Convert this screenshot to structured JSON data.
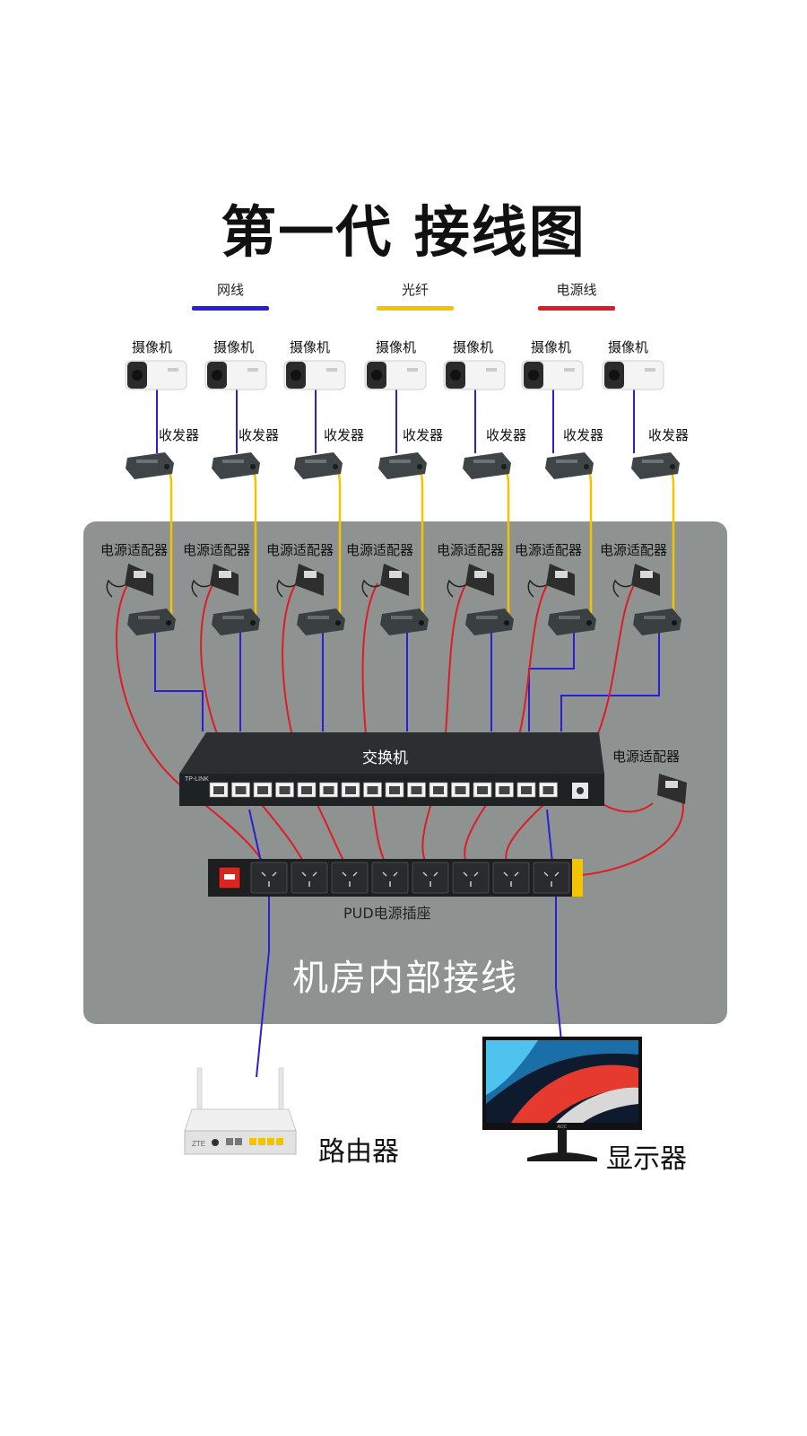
{
  "title": "第一代 接线图",
  "legend": [
    {
      "label": "网线",
      "color": "#2a1fd6"
    },
    {
      "label": "光纤",
      "color": "#f2c400"
    },
    {
      "label": "电源线",
      "color": "#e01b24"
    }
  ],
  "camera_label": "摄像机",
  "transceiver_label": "收发器",
  "adapter_label": "电源适配器",
  "switch_label": "交换机",
  "switch_adapter_label": "电源适配器",
  "pdu_label": "PUD电源插座",
  "room_label": "机房内部接线",
  "router_label": "路由器",
  "monitor_label": "显示器",
  "switch_brand": "TP-LINK",
  "router_brand": "ZTE",
  "monitor_brand": "AOC",
  "colors": {
    "network": "#2a1fd6",
    "fiber": "#f2c400",
    "power": "#e01b24",
    "panel": "#8e9392"
  }
}
